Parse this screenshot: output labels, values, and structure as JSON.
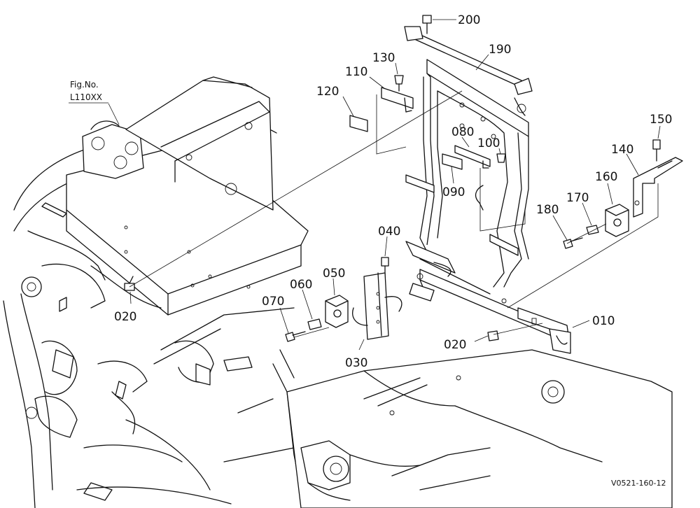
{
  "figure_ref": {
    "line1": "Fig.No.",
    "line2": "L110XX"
  },
  "drawing_code": "V0521-160-12",
  "callouts": [
    {
      "id": "200",
      "text": "200"
    },
    {
      "id": "190",
      "text": "190"
    },
    {
      "id": "130",
      "text": "130"
    },
    {
      "id": "110",
      "text": "110"
    },
    {
      "id": "120",
      "text": "120"
    },
    {
      "id": "080",
      "text": "080"
    },
    {
      "id": "100",
      "text": "100"
    },
    {
      "id": "090",
      "text": "090"
    },
    {
      "id": "150",
      "text": "150"
    },
    {
      "id": "140",
      "text": "140"
    },
    {
      "id": "160",
      "text": "160"
    },
    {
      "id": "170",
      "text": "170"
    },
    {
      "id": "180",
      "text": "180"
    },
    {
      "id": "040",
      "text": "040"
    },
    {
      "id": "050",
      "text": "050"
    },
    {
      "id": "060",
      "text": "060"
    },
    {
      "id": "070",
      "text": "070"
    },
    {
      "id": "020a",
      "text": "020"
    },
    {
      "id": "030",
      "text": "030"
    },
    {
      "id": "020b",
      "text": "020"
    },
    {
      "id": "010",
      "text": "010"
    }
  ]
}
